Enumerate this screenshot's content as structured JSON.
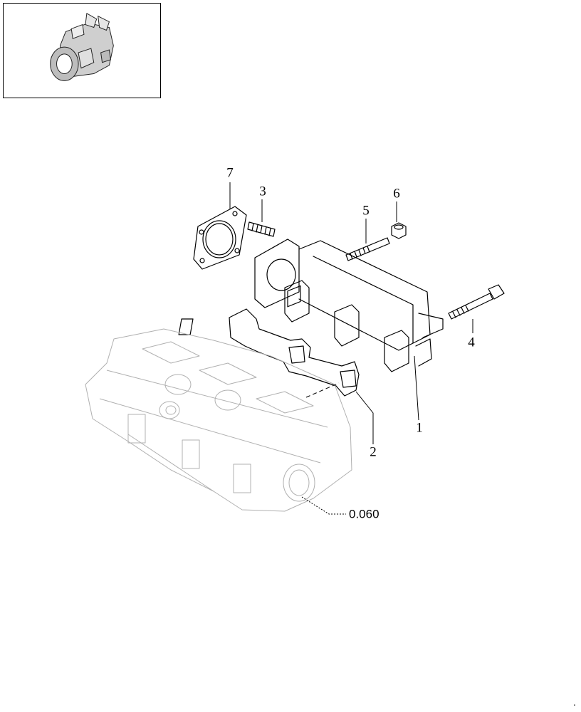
{
  "callouts": {
    "c1": "1",
    "c2": "2",
    "c3": "3",
    "c4": "4",
    "c5": "5",
    "c6": "6",
    "c7": "7"
  },
  "reference": "0.060",
  "corner_mark": "."
}
